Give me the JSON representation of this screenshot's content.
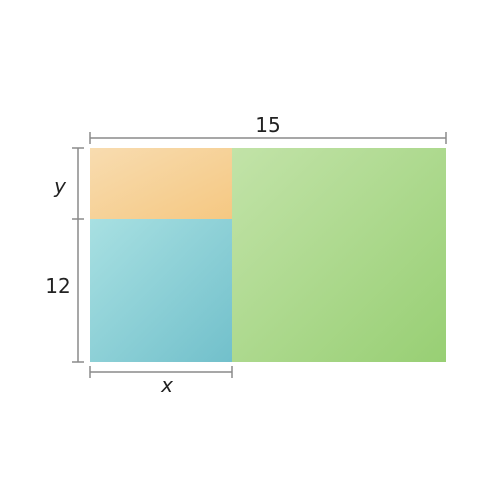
{
  "labels": {
    "top_width": "15",
    "left_top_height": "y",
    "left_bottom_height": "12",
    "bottom_width": "x"
  },
  "colors": {
    "orange_light": "#f8dcb0",
    "orange_dark": "#f5c882",
    "blue_light": "#a8e0e2",
    "blue_dark": "#72c0cb",
    "green_light": "#c2e3a8",
    "green_dark": "#98cf74",
    "dimension_line": "#8a8a8a",
    "text": "#222222"
  }
}
